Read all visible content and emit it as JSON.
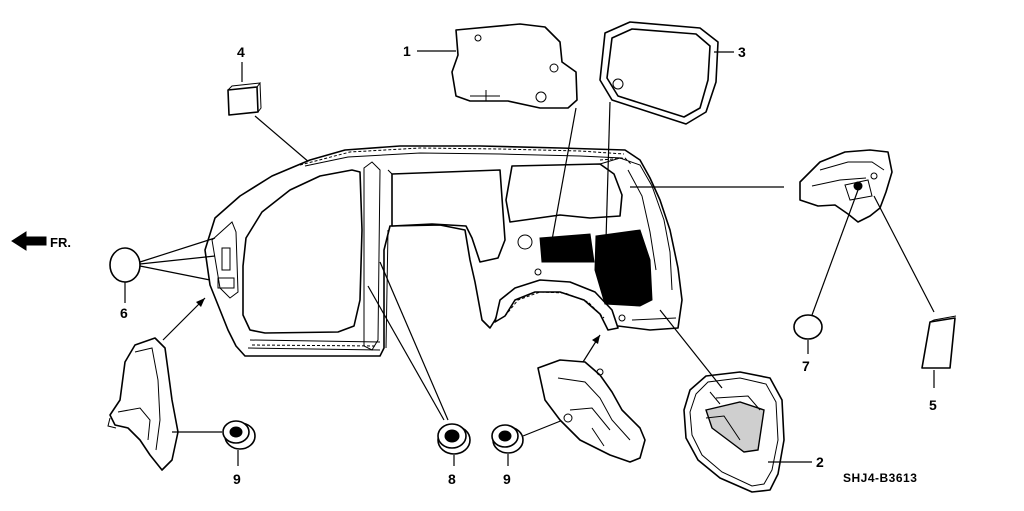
{
  "diagram": {
    "catalog_code": "SHJ4-B3613",
    "front_indicator": "FR.",
    "callouts": [
      {
        "id": "1",
        "text": "1"
      },
      {
        "id": "2",
        "text": "2"
      },
      {
        "id": "3",
        "text": "3"
      },
      {
        "id": "4",
        "text": "4"
      },
      {
        "id": "5",
        "text": "5"
      },
      {
        "id": "6",
        "text": "6"
      },
      {
        "id": "7",
        "text": "7"
      },
      {
        "id": "8",
        "text": "8"
      },
      {
        "id": "9a",
        "text": "9"
      },
      {
        "id": "9b",
        "text": "9"
      }
    ]
  }
}
